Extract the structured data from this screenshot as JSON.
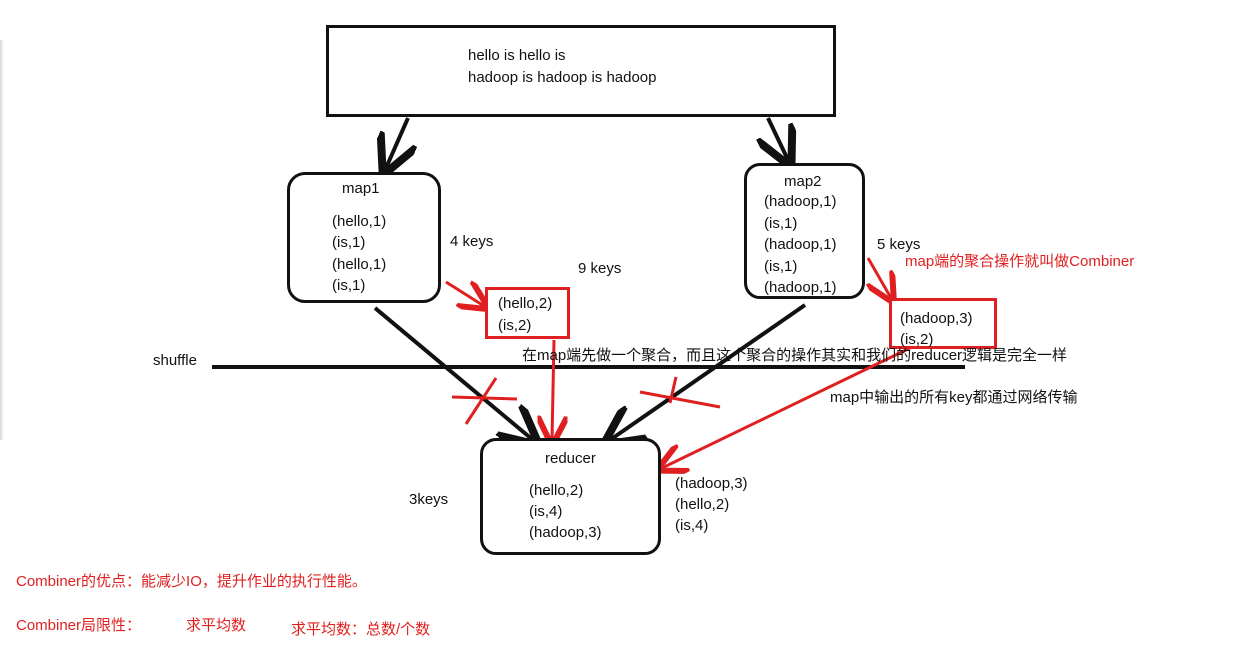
{
  "input_box": {
    "line1": "hello is hello is",
    "line2": "hadoop is hadoop is hadoop"
  },
  "map1": {
    "title": "map1",
    "pairs": [
      "(hello,1)",
      "(is,1)",
      "(hello,1)",
      "(is,1)"
    ],
    "keys_label": "4 keys"
  },
  "map2": {
    "title": "map2",
    "pairs": [
      "(hadoop,1)",
      "(is,1)",
      "(hadoop,1)",
      "(is,1)",
      "(hadoop,1)"
    ],
    "keys_label": "5 keys"
  },
  "total_keys_label": "9 keys",
  "combiner1": {
    "pairs": [
      "(hello,2)",
      "(is,2)"
    ]
  },
  "combiner2": {
    "pairs": [
      "(hadoop,3)",
      "(is,2)"
    ]
  },
  "combiner_note": "map端的聚合操作就叫做Combiner",
  "shuffle_label": "shuffle",
  "annotation_same_logic": "在map端先做一个聚合，而且这个聚合的操作其实和我们的reducer逻辑是完全一样",
  "annotation_network": "map中输出的所有key都通过网络传输",
  "reducer": {
    "title": "reducer",
    "pairs": [
      "(hello,2)",
      "(is,4)",
      "(hadoop,3)"
    ],
    "keys_label": "3keys",
    "side_pairs": [
      "(hadoop,3)",
      "(hello,2)",
      "(is,4)"
    ]
  },
  "footer": {
    "advantage": "Combiner的优点：能减少IO，提升作业的执行性能。",
    "limitation_label": "Combiner局限性：",
    "limitation_example": "求平均数",
    "average_formula": "求平均数：总数/个数"
  },
  "colors": {
    "ink": "#111111",
    "accent": "#e02020"
  }
}
